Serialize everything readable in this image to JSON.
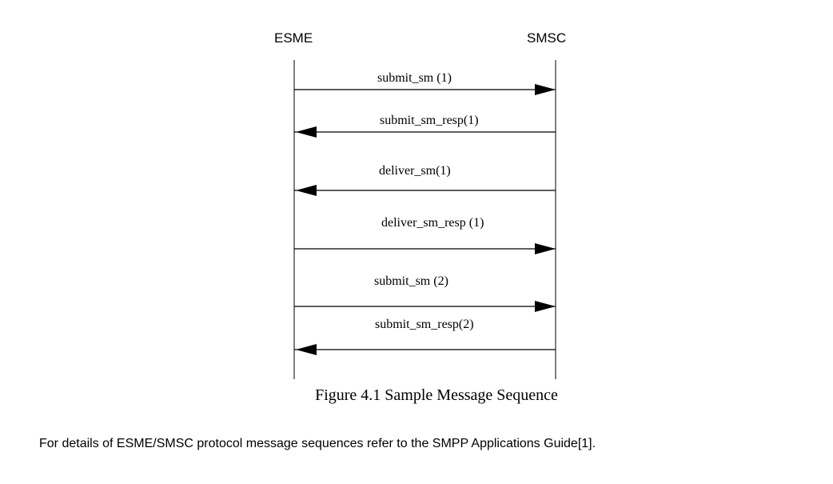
{
  "participants": {
    "left": "ESME",
    "right": "SMSC"
  },
  "messages": [
    {
      "label": "submit_sm (1)",
      "direction": "right"
    },
    {
      "label": "submit_sm_resp(1)",
      "direction": "left"
    },
    {
      "label": "deliver_sm(1)",
      "direction": "left"
    },
    {
      "label": "deliver_sm_resp (1)",
      "direction": "right"
    },
    {
      "label": "submit_sm (2)",
      "direction": "right"
    },
    {
      "label": "submit_sm_resp(2)",
      "direction": "left"
    }
  ],
  "caption": "Figure 4.1 Sample Message Sequence",
  "paragraph": "For details of ESME/SMSC protocol message sequences refer to the SMPP Applications Guide[1]."
}
